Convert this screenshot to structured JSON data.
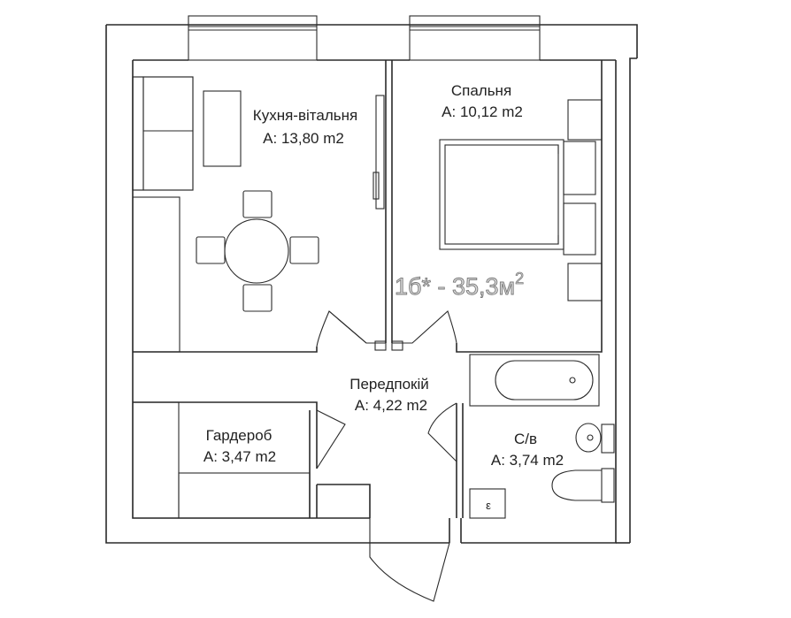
{
  "rooms": {
    "kitchen": {
      "name": "Кухня-вітальня",
      "area": "A: 13,80 m2"
    },
    "bedroom": {
      "name": "Спальня",
      "area": "A: 10,12 m2"
    },
    "hallway": {
      "name": "Передпокій",
      "area": "A: 4,22 m2"
    },
    "wardrobe": {
      "name": "Гардероб",
      "area": "A: 3,47 m2"
    },
    "bathroom": {
      "name": "С/в",
      "area": "A: 3,74 m2"
    }
  },
  "total": {
    "text": "1б* - 35,3м",
    "sup": "2"
  },
  "meter_symbol": "ε"
}
